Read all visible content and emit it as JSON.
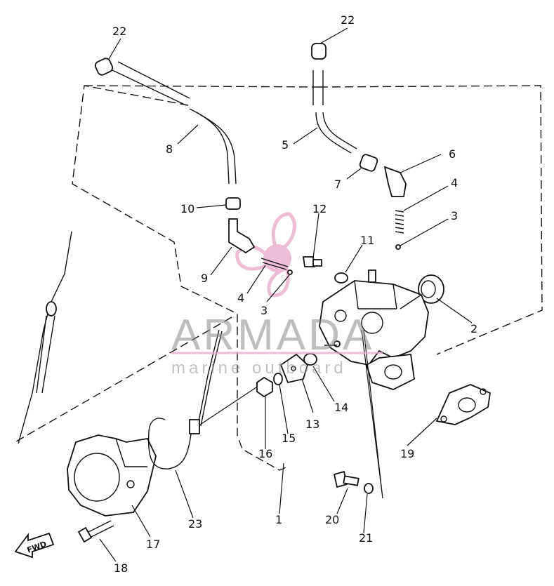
{
  "diagram": {
    "callouts": {
      "c22a": "22",
      "c22b": "22",
      "c8": "8",
      "c5": "5",
      "c6": "6",
      "c7": "7",
      "c10": "10",
      "c4a": "4",
      "c4b": "4",
      "c12": "12",
      "c3a": "3",
      "c3b": "3",
      "c11": "11",
      "c9": "9",
      "c2": "2",
      "c13": "13",
      "c14": "14",
      "c15": "15",
      "c16": "16",
      "c19": "19",
      "c1": "1",
      "c20": "20",
      "c21": "21",
      "c23": "23",
      "c17": "17",
      "c18": "18"
    },
    "forward_arrow_label": "FWD"
  },
  "watermark": {
    "brand": "ARMADA",
    "tagline": "marine outboard",
    "logo_color": "#e8a6c8"
  }
}
